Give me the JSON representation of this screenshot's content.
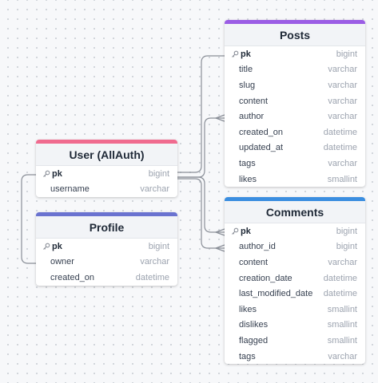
{
  "colors": {
    "posts": "#9b5de5",
    "user": "#f06b8f",
    "profile": "#6a73d0",
    "comments": "#3b8ee0"
  },
  "tables": {
    "posts": {
      "title": "Posts",
      "rows": [
        {
          "name": "pk",
          "type": "bigint"
        },
        {
          "name": "title",
          "type": "varchar"
        },
        {
          "name": "slug",
          "type": "varchar"
        },
        {
          "name": "content",
          "type": "varchar"
        },
        {
          "name": "author",
          "type": "varchar"
        },
        {
          "name": "created_on",
          "type": "datetime"
        },
        {
          "name": "updated_at",
          "type": "datetime"
        },
        {
          "name": "tags",
          "type": "varchar"
        },
        {
          "name": "likes",
          "type": "smallint"
        }
      ]
    },
    "user": {
      "title": "User (AllAuth)",
      "rows": [
        {
          "name": "pk",
          "type": "bigint"
        },
        {
          "name": "username",
          "type": "varchar"
        }
      ]
    },
    "profile": {
      "title": "Profile",
      "rows": [
        {
          "name": "pk",
          "type": "bigint"
        },
        {
          "name": "owner",
          "type": "varchar"
        },
        {
          "name": "created_on",
          "type": "datetime"
        }
      ]
    },
    "comments": {
      "title": "Comments",
      "rows": [
        {
          "name": "pk",
          "type": "bigint"
        },
        {
          "name": "author_id",
          "type": "bigint"
        },
        {
          "name": "content",
          "type": "varchar"
        },
        {
          "name": "creation_date",
          "type": "datetime"
        },
        {
          "name": "last_modified_date",
          "type": "datetime"
        },
        {
          "name": "likes",
          "type": "smallint"
        },
        {
          "name": "dislikes",
          "type": "smallint"
        },
        {
          "name": "flagged",
          "type": "smallint"
        },
        {
          "name": "tags",
          "type": "varchar"
        }
      ]
    }
  }
}
